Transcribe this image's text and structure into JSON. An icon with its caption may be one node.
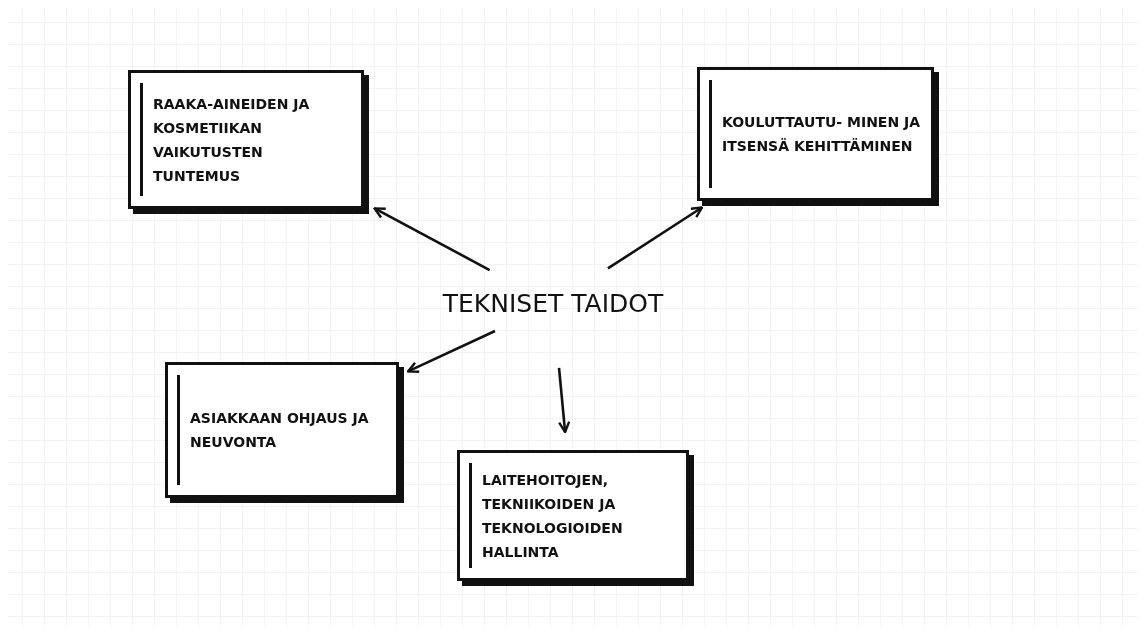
{
  "diagram": {
    "nodes": [
      {
        "text": [
          "TEKNISET TAIDOT"
        ]
      },
      {
        "text": [
          "RAAKA-AINEIDEN JA KOSMETIIKAN VAIKUTUSTEN TUNTEMUS"
        ]
      },
      {
        "text": [
          "KOULUTTAUTU- MINEN JA ITSENSÄ KEHITTÄMINEN"
        ]
      },
      {
        "text": [
          "ASIAKKAAN OHJAUS JA NEUVONTA"
        ]
      },
      {
        "text": [
          "LAITEHOITOJEN, TEKNIIKOIDEN JA TEKNOLOGIOIDEN HALLINTA"
        ]
      }
    ],
    "edges": [
      {
        "from": 0,
        "to": 1,
        "arrow": "to"
      },
      {
        "from": 0,
        "to": 2,
        "arrow": "to"
      },
      {
        "from": 0,
        "to": 3,
        "arrow": "to"
      },
      {
        "from": 0,
        "to": 4,
        "arrow": "to"
      }
    ]
  }
}
